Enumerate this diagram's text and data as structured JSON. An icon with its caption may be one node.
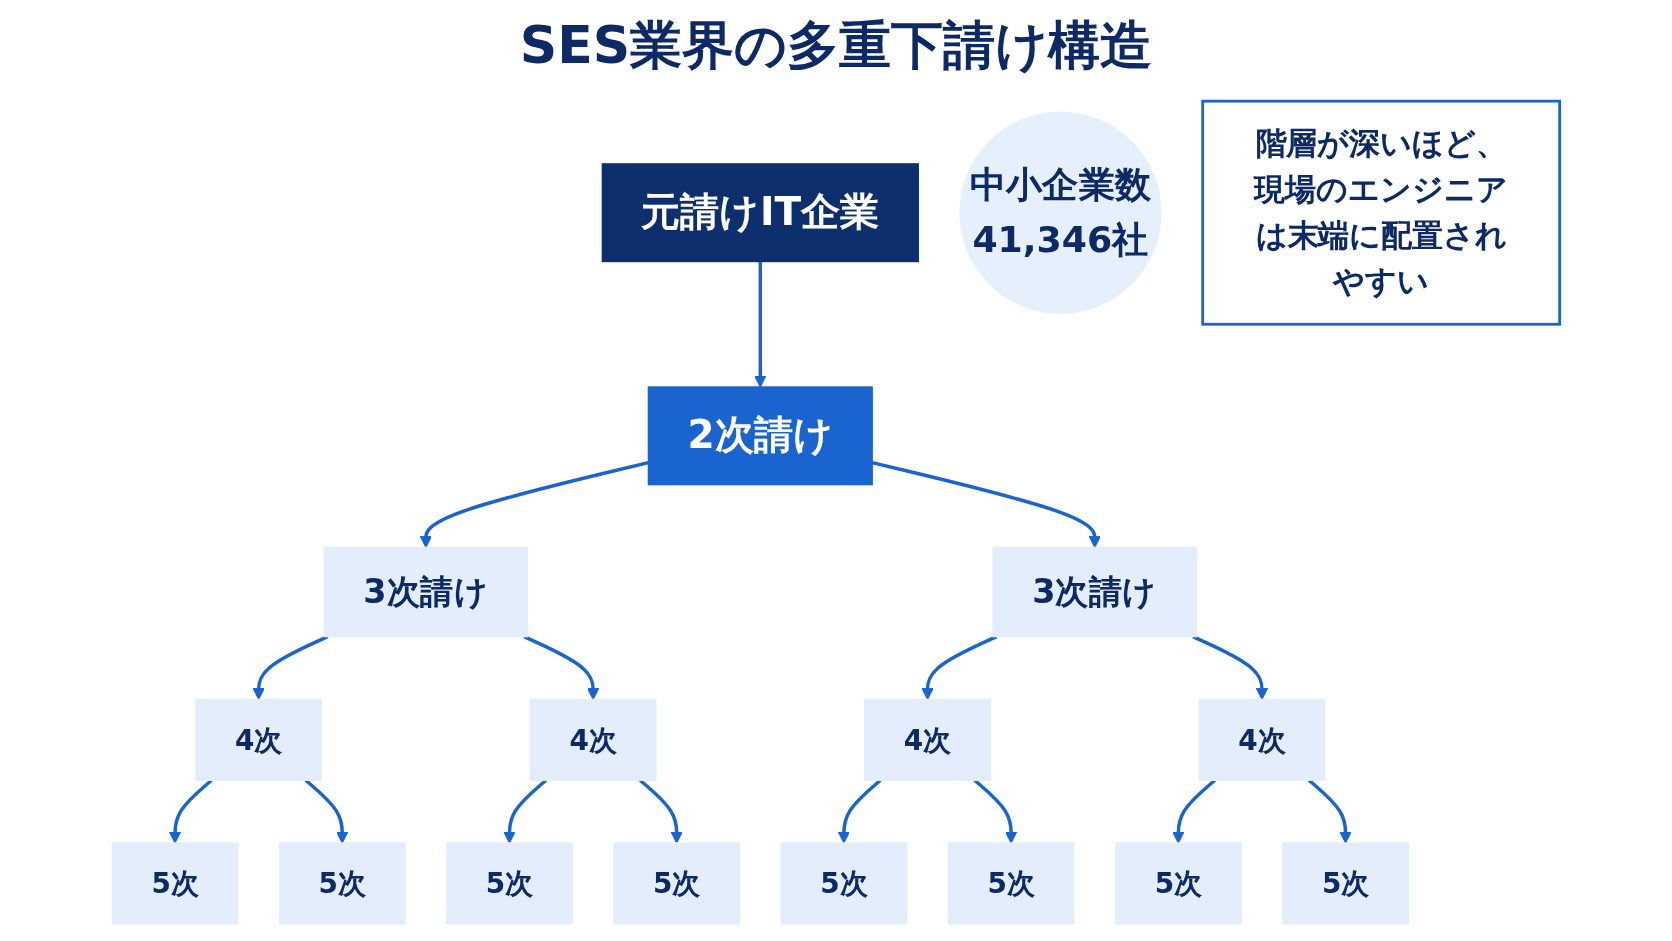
{
  "diagram": {
    "title": "SES業界の多重下請け構造",
    "nodes": [
      {
        "text": [
          "元請けIT企業"
        ]
      },
      {
        "text": [
          "2次請け"
        ]
      },
      {
        "text": [
          "3次請け"
        ]
      },
      {
        "text": [
          "3次請け"
        ]
      },
      {
        "text": [
          "4次"
        ]
      },
      {
        "text": [
          "4次"
        ]
      },
      {
        "text": [
          "4次"
        ]
      },
      {
        "text": [
          "4次"
        ]
      },
      {
        "text": [
          "5次"
        ]
      },
      {
        "text": [
          "5次"
        ]
      },
      {
        "text": [
          "5次"
        ]
      },
      {
        "text": [
          "5次"
        ]
      },
      {
        "text": [
          "5次"
        ]
      },
      {
        "text": [
          "5次"
        ]
      },
      {
        "text": [
          "5次"
        ]
      },
      {
        "text": [
          "5次"
        ]
      },
      {
        "text": [
          "中小企業数",
          "41,346社"
        ]
      },
      {
        "text": [
          "階層が深いほど、現場のエンジニアは末端に配置されやすい"
        ]
      }
    ],
    "edges": [
      {
        "from": 0,
        "to": 1,
        "arrow": "to"
      },
      {
        "from": 1,
        "to": 2,
        "arrow": "to"
      },
      {
        "from": 1,
        "to": 3,
        "arrow": "to"
      },
      {
        "from": 2,
        "to": 4,
        "arrow": "to"
      },
      {
        "from": 2,
        "to": 5,
        "arrow": "to"
      },
      {
        "from": 3,
        "to": 6,
        "arrow": "to"
      },
      {
        "from": 3,
        "to": 7,
        "arrow": "to"
      },
      {
        "from": 4,
        "to": 8,
        "arrow": "to"
      },
      {
        "from": 4,
        "to": 9,
        "arrow": "to"
      },
      {
        "from": 5,
        "to": 10,
        "arrow": "to"
      },
      {
        "from": 5,
        "to": 11,
        "arrow": "to"
      },
      {
        "from": 6,
        "to": 12,
        "arrow": "to"
      },
      {
        "from": 6,
        "to": 13,
        "arrow": "to"
      },
      {
        "from": 7,
        "to": 14,
        "arrow": "to"
      },
      {
        "from": 7,
        "to": 15,
        "arrow": "to"
      }
    ]
  }
}
